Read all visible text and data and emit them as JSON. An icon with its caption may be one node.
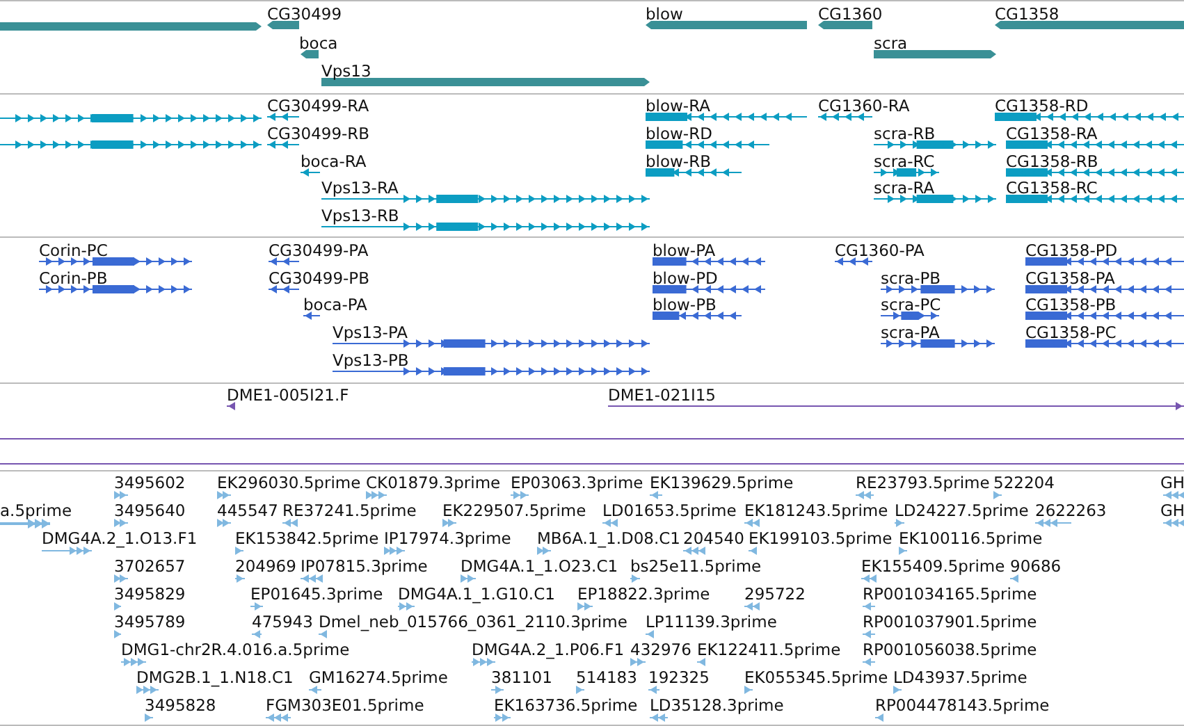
{
  "diagram": {
    "labels": [
      "CG30499",
      "blow",
      "CG1360",
      "CG1358",
      "boca",
      "scra",
      "Vps13",
      "CG30499-RA",
      "blow-RA",
      "CG1360-RA",
      "CG1358-RD",
      "CG30499-RB",
      "blow-RD",
      "scra-RB",
      "CG1358-RA",
      "boca-RA",
      "blow-RB",
      "scra-RC",
      "CG1358-RB",
      "Vps13-RA",
      "scra-RA",
      "CG1358-RC",
      "Vps13-RB",
      "Corin-PC",
      "CG30499-PA",
      "blow-PA",
      "CG1360-PA",
      "CG1358-PD",
      "Corin-PB",
      "CG30499-PB",
      "blow-PD",
      "scra-PB",
      "CG1358-PA",
      "boca-PA",
      "blow-PB",
      "scra-PC",
      "CG1358-PB",
      "Vps13-PA",
      "scra-PA",
      "CG1358-PC",
      "Vps13-PB",
      "DME1-005I21.F",
      "DME1-021I15",
      "3495602",
      "EK296030.5prime",
      "CK01879.3prime",
      "EP03063.3prime",
      "EK139629.5prime",
      "RE23793.5prime",
      "522204",
      "GH",
      "a.5prime",
      "3495640",
      "445547",
      "RE37241.5prime",
      "EK229507.5prime",
      "LD01653.5prime",
      "EK181243.5prime",
      "LD24227.5prime",
      "2622263",
      "GH",
      "DMG4A.2_1.O13.F1",
      "EK153842.5prime",
      "IP17974.3prime",
      "MB6A.1_1.D08.C1",
      "204540",
      "EK199103.5prime",
      "EK100116.5prime",
      "3702657",
      "204969",
      "IP07815.3prime",
      "DMG4A.1_1.O23.C1",
      "bs25e11.5prime",
      "EK155409.5prime",
      "90686",
      "3495829",
      "EP01645.3prime",
      "DMG4A.1_1.G10.C1",
      "EP18822.3prime",
      "295722",
      "RP001034165.5prime",
      "3495789",
      "475943",
      "Dmel_neb_015766_0361_2110.3prime",
      "LP11139.3prime",
      "RP001037901.5prime",
      "DMG1-chr2R.4.016.a.5prime",
      "DMG4A.2_1.P06.F1",
      "432976",
      "EK122411.5prime",
      "RP001056038.5prime",
      "DMG2B.1_1.N18.C1",
      "GM16274.5prime",
      "381101",
      "514183",
      "192325",
      "EK055345.5prime",
      "LD43937.5prime",
      "3495828",
      "FGM303E01.5prime",
      "EK163736.5prime",
      "LD35128.3prime",
      "RP004478143.5prime"
    ]
  }
}
